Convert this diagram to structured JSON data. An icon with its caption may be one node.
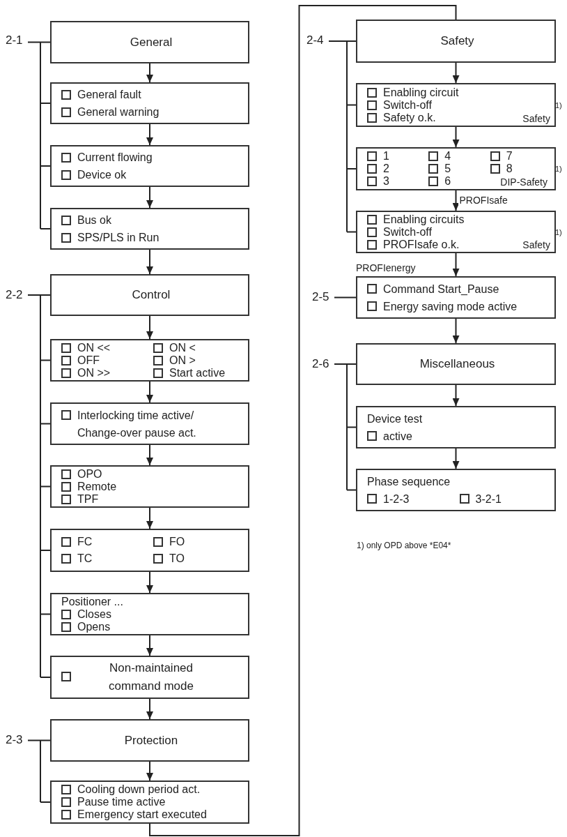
{
  "diagram": {
    "nodes": [
      {
        "text": [
          "General"
        ]
      },
      {
        "text": [
          "General fault",
          "General warning"
        ]
      },
      {
        "text": [
          "Current flowing",
          "Device ok"
        ]
      },
      {
        "text": [
          "Bus ok",
          "SPS/PLS in Run"
        ]
      },
      {
        "text": [
          "Control"
        ]
      },
      {
        "text": [
          "ON <<",
          "ON <",
          "OFF",
          "ON >",
          "ON >>",
          "Start active"
        ]
      },
      {
        "text": [
          "Interlocking time active/ Change-over pause act."
        ]
      },
      {
        "text": [
          "OPO",
          "Remote",
          "TPF"
        ]
      },
      {
        "text": [
          "FC",
          "FO",
          "TC",
          "TO"
        ]
      },
      {
        "text": [
          "Positioner ...",
          "Closes",
          "Opens"
        ]
      },
      {
        "text": [
          "Non-maintained command mode"
        ]
      },
      {
        "text": [
          "Protection"
        ]
      },
      {
        "text": [
          "Cooling down period act.",
          "Pause time active",
          "Emergency start executed"
        ]
      },
      {
        "text": [
          "Safety"
        ]
      },
      {
        "text": [
          "Enabling circuit",
          "Switch-off",
          "Safety o.k.",
          "Safety"
        ],
        "beside": [
          "1)"
        ]
      },
      {
        "text": [
          "1",
          "4",
          "7",
          "2",
          "5",
          "8",
          "3",
          "6",
          "DIP-Safety"
        ],
        "beside": [
          "1)"
        ]
      },
      {
        "text": [
          "Enabling circuits",
          "Switch-off",
          "PROFIsafe o.k.",
          "Safety"
        ],
        "beside": [
          "1)"
        ]
      },
      {
        "text": [
          "Command Start_Pause",
          "Energy saving mode active"
        ]
      },
      {
        "text": [
          "Miscellaneous"
        ]
      },
      {
        "text": [
          "Device test",
          "active"
        ]
      },
      {
        "text": [
          "Phase sequence",
          "1-2-3",
          "3-2-1"
        ]
      }
    ],
    "edges": [
      {
        "from": 0,
        "to": 1,
        "arrow": "to"
      },
      {
        "from": 1,
        "to": 2,
        "arrow": "to"
      },
      {
        "from": 2,
        "to": 3,
        "arrow": "to"
      },
      {
        "from": 3,
        "to": 4,
        "arrow": "to"
      },
      {
        "from": 4,
        "to": 5,
        "arrow": "to"
      },
      {
        "from": 5,
        "to": 6,
        "arrow": "to"
      },
      {
        "from": 6,
        "to": 7,
        "arrow": "to"
      },
      {
        "from": 7,
        "to": 8,
        "arrow": "to"
      },
      {
        "from": 8,
        "to": 9,
        "arrow": "to"
      },
      {
        "from": 9,
        "to": 10,
        "arrow": "to"
      },
      {
        "from": 10,
        "to": 11,
        "arrow": "to"
      },
      {
        "from": 11,
        "to": 12,
        "arrow": "to"
      },
      {
        "from": 12,
        "to": 13,
        "arrow": "none"
      },
      {
        "from": 13,
        "to": 14,
        "arrow": "to"
      },
      {
        "from": 14,
        "to": 15,
        "arrow": "to"
      },
      {
        "from": 15,
        "to": 16,
        "arrow": "to",
        "label": "PROFIsafe"
      },
      {
        "from": 16,
        "to": 17,
        "arrow": "to",
        "label": "PROFIenergy"
      },
      {
        "from": 17,
        "to": 18,
        "arrow": "to"
      },
      {
        "from": 18,
        "to": 19,
        "arrow": "to"
      },
      {
        "from": 19,
        "to": 20,
        "arrow": "to"
      }
    ],
    "labels": [
      "2-1",
      "2-2",
      "2-3",
      "2-4",
      "2-5",
      "2-6",
      "1) only OPD above *E04*"
    ]
  }
}
